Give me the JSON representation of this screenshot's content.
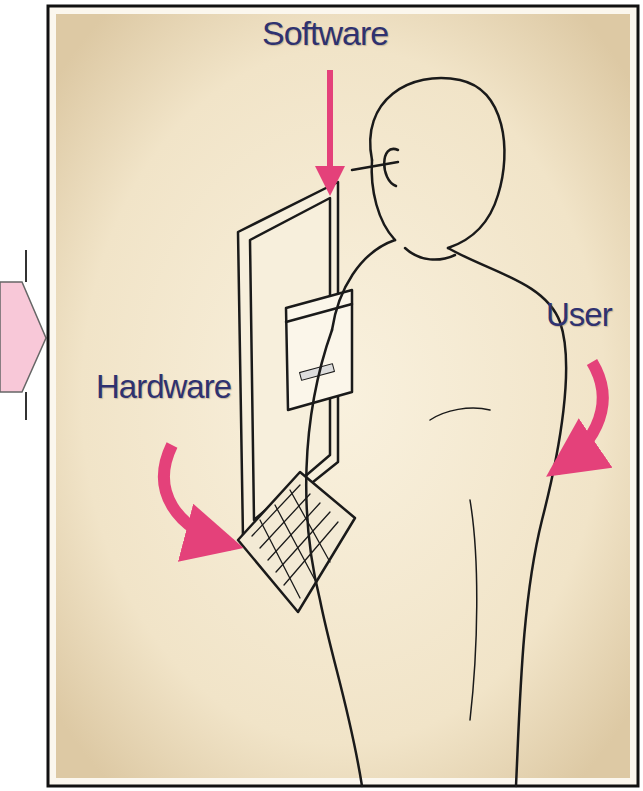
{
  "diagram": {
    "labels": [
      "Software",
      "User",
      "Hardware"
    ]
  }
}
